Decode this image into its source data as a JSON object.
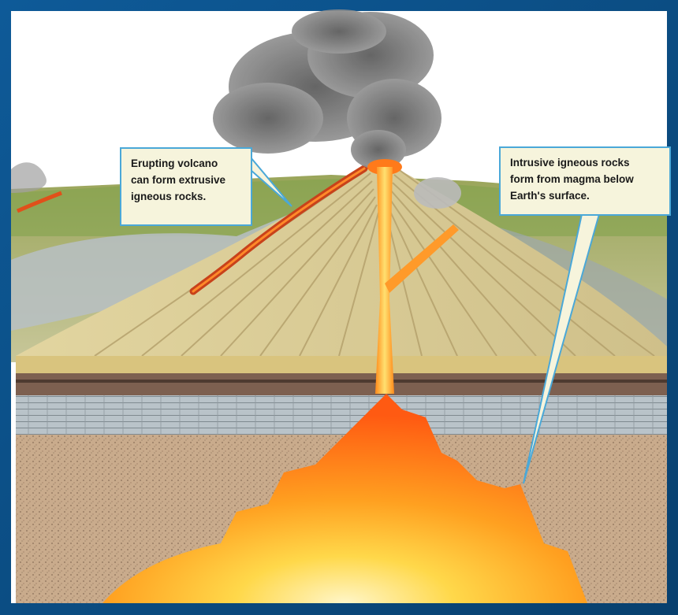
{
  "callouts": {
    "extrusive": {
      "lines": [
        "Erupting volcano",
        "can form extrusive",
        "igneous rocks."
      ]
    },
    "intrusive": {
      "lines": [
        "Intrusive igneous rocks",
        "form from magma below",
        "Earth's surface."
      ]
    }
  },
  "colors": {
    "frame": "#0a4f86",
    "callout_border": "#4aa8d8",
    "callout_fill": "#f6f4dc",
    "magma": "#ff7a1a",
    "smoke": "#6e6e6e"
  }
}
